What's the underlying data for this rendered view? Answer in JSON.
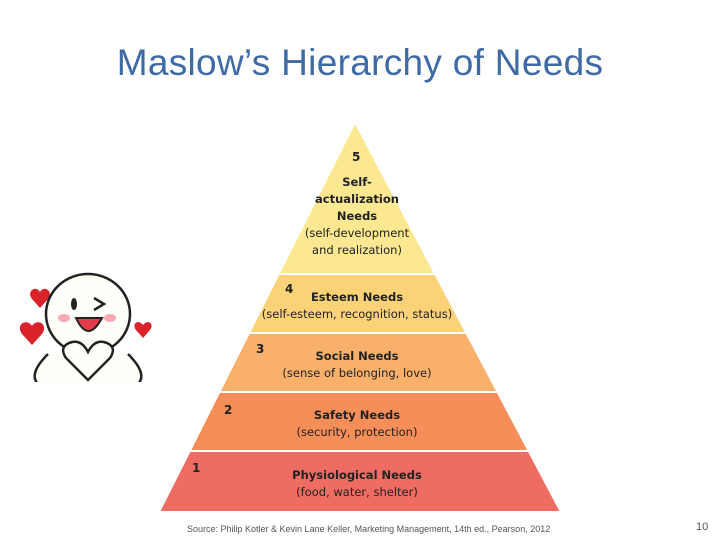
{
  "slide": {
    "title": "Maslow’s Hierarchy of Needs",
    "source": "Source: Philip Kotler & Kevin Lane Keller, Marketing Management, 14th ed., Pearson, 2012",
    "page_number": "10"
  },
  "pyramid": {
    "levels": [
      {
        "number": "5",
        "lines": [
          "Self-",
          "actualization",
          "Needs"
        ],
        "detail": [
          "(self-development",
          "and realization)"
        ],
        "color": "#fbe891"
      },
      {
        "number": "4",
        "lines": [
          "Esteem Needs"
        ],
        "detail": [
          "(self-esteem, recognition, status)"
        ],
        "color": "#fbd278"
      },
      {
        "number": "3",
        "lines": [
          "Social Needs"
        ],
        "detail": [
          "(sense of belonging, love)"
        ],
        "color": "#f9b06a"
      },
      {
        "number": "2",
        "lines": [
          "Safety Needs"
        ],
        "detail": [
          "(security, protection)"
        ],
        "color": "#f58e58"
      },
      {
        "number": "1",
        "lines": [
          "Physiological Needs"
        ],
        "detail": [
          "(food, water, shelter)"
        ],
        "color": "#ef6c62"
      }
    ]
  },
  "decor": {
    "mascot_icon": "heart-hands-character-icon",
    "heart_color": "#d9222a"
  }
}
